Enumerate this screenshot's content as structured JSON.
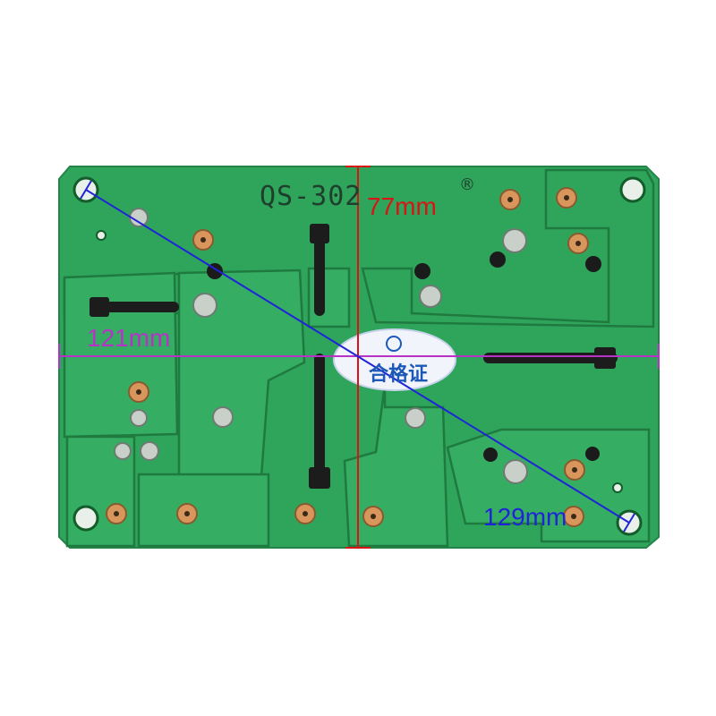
{
  "image": {
    "subject": "crossover-pcb",
    "board_color": "#2fa55c",
    "trace_color": "#2a8a4a",
    "pad_color": "#d8965c"
  },
  "silkscreen": {
    "model": "QS-302",
    "registered_mark": "®"
  },
  "sticker": {
    "text": "合格证",
    "color": "#1c58b8"
  },
  "measurements": {
    "height": {
      "label": "77mm",
      "color": "#d81414"
    },
    "width": {
      "label": "121mm",
      "color": "#b832c8"
    },
    "diagonal": {
      "label": "129mm",
      "color": "#1f24d8"
    }
  }
}
